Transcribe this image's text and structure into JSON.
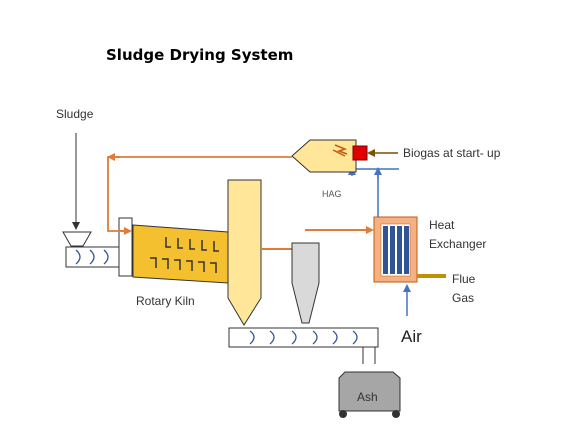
{
  "title": "Sludge Drying System",
  "labels": {
    "sludge": "Sludge",
    "biogas": "Biogas at start- up",
    "hag": "HAG",
    "heat_exchanger_line1": "Heat",
    "heat_exchanger_line2": "Exchanger",
    "flue_line1": "Flue",
    "flue_line2": "Gas",
    "rotary_kiln": "Rotary Kiln",
    "air": "Air",
    "ash": "Ash"
  },
  "colors": {
    "hot_gas_line": "#E07B39",
    "air_line": "#4472C4",
    "equipment_fill": "#FFE699",
    "kiln_fill": "#F5C030",
    "hx_frame": "#F4B183",
    "hx_tubes": "#2F5597",
    "flue_pipe": "#BF9000",
    "burner": "#E00000",
    "cyclone": "#D9D9D9",
    "ash_bin": "#A6A6A6"
  }
}
